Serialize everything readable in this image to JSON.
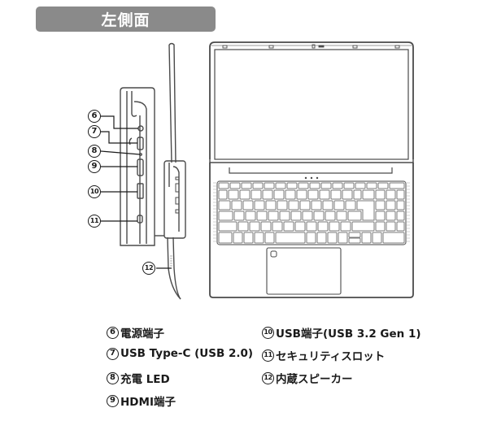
{
  "header": {
    "title": "左側面",
    "banner_color": "#8a8a8a"
  },
  "callouts": [
    {
      "num": "6",
      "label": "電源端子"
    },
    {
      "num": "7",
      "label": "USB Type-C (USB 2.0)"
    },
    {
      "num": "8",
      "label": "充電 LED"
    },
    {
      "num": "9",
      "label": "HDMI端子"
    },
    {
      "num": "10",
      "label": "USB端子(USB 3.2 Gen 1)"
    },
    {
      "num": "11",
      "label": "セキュリティスロット"
    },
    {
      "num": "12",
      "label": "内蔵スピーカー"
    }
  ],
  "colors": {
    "line": "#4a4a4a",
    "light_line": "#9a9a9a",
    "text": "#1a1a1a"
  }
}
